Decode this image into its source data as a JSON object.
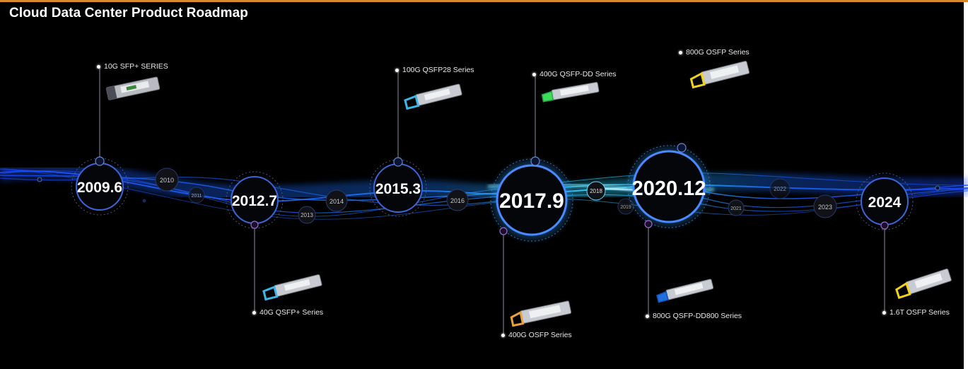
{
  "title": "Cloud Data Center Product Roadmap",
  "colors": {
    "background": "#000000",
    "accent_top_bar": "#d8892c",
    "wave": "#1e6bff",
    "wave_bright": "#28c6ff"
  },
  "milestones": [
    {
      "label": "2009.6",
      "size": "small"
    },
    {
      "label": "2012.7",
      "size": "small"
    },
    {
      "label": "2015.3",
      "size": "small"
    },
    {
      "label": "2017.9",
      "size": "large"
    },
    {
      "label": "2020.12",
      "size": "large"
    },
    {
      "label": "2024",
      "size": "small"
    }
  ],
  "year_markers": [
    "2010",
    "2011",
    "2013",
    "2014",
    "2016",
    "2018",
    "2019",
    "2021",
    "2022",
    "2023"
  ],
  "products": [
    {
      "label": "10G SFP+ SERIES",
      "milestone": "2009.6",
      "connector_color": "#9aa0a6",
      "icon": "sfp-module-icon"
    },
    {
      "label": "40G QSFP+ Series",
      "milestone": "2012.7",
      "connector_color": "#3cb6e8",
      "icon": "qsfp-module-icon"
    },
    {
      "label": "100G QSFP28 Series",
      "milestone": "2015.3",
      "connector_color": "#3cb6e8",
      "icon": "qsfp28-module-icon"
    },
    {
      "label": "400G QSFP-DD Series",
      "milestone": "2017.9",
      "connector_color": "#3ddc5a",
      "icon": "qsfp-dd-module-icon"
    },
    {
      "label": "400G OSFP Series",
      "milestone": "2017.9",
      "connector_color": "#e8a23c",
      "icon": "osfp-module-icon"
    },
    {
      "label": "800G OSFP Series",
      "milestone": "2020.12",
      "connector_color": "#f2d21c",
      "icon": "osfp-800g-module-icon"
    },
    {
      "label": "800G QSFP-DD800 Series",
      "milestone": "2020.12",
      "connector_color": "#1f6fe0",
      "icon": "qsfp-dd800-module-icon"
    },
    {
      "label": "1.6T OSFP Series",
      "milestone": "2024",
      "connector_color": "#f2d21c",
      "icon": "osfp-1.6t-module-icon"
    }
  ]
}
